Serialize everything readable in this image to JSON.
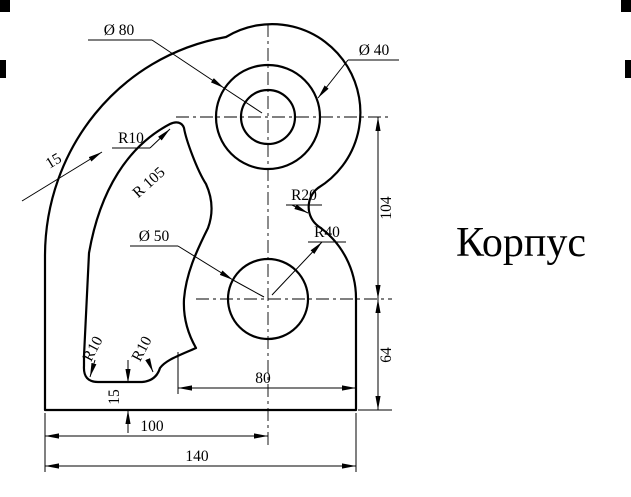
{
  "title": {
    "text": "Корпус"
  },
  "labels": {
    "dia_top_outer": "Ø 80",
    "dia_top_inner": "Ø 40",
    "radius_slot_tip": "R10",
    "radius_slot_arc": "R 105",
    "wall_thickness": "15",
    "radius_neck": "R20",
    "dia_bottom_hole": "Ø 50",
    "radius_bottom_boss": "R40",
    "radius_slot_bottom_left": "R10",
    "radius_slot_bottom_right": "R10",
    "slot_floor_height": "15",
    "height_upper": "104",
    "height_lower": "64",
    "width_boss": "80",
    "width_left_to_center": "100",
    "width_overall": "140"
  },
  "colors": {
    "line": "#000000",
    "background": "#ffffff"
  }
}
